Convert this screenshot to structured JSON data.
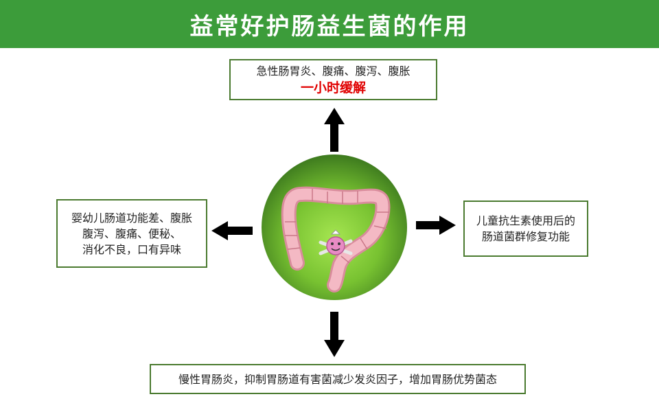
{
  "header": {
    "title": "益常好护肠益生菌的作用"
  },
  "effects": {
    "top": {
      "line1": "急性肠胃炎、腹痛、腹泻、腹胀",
      "highlight": "一小时缓解"
    },
    "left": {
      "line1": "婴幼儿肠道功能差、腹胀",
      "line2": "腹泻、腹痛、便秘、",
      "line3": "消化不良，口有异味"
    },
    "right": {
      "line1": "儿童抗生素使用后的",
      "line2": "肠道菌群修复功能"
    },
    "bottom": {
      "line1": "慢性胃肠炎，抑制胃肠道有害菌减少发炎因子，增加胃肠优势菌态"
    }
  },
  "colors": {
    "header_bg": "#3c9c3a",
    "box_border": "#4a7a2f",
    "highlight": "#e00000",
    "circle_outer": "#3d7a1e",
    "circle_center": "#9ee04a"
  },
  "icons": {
    "center": "intestine-with-probiotic-icon",
    "arrows": "arrow-icon"
  }
}
